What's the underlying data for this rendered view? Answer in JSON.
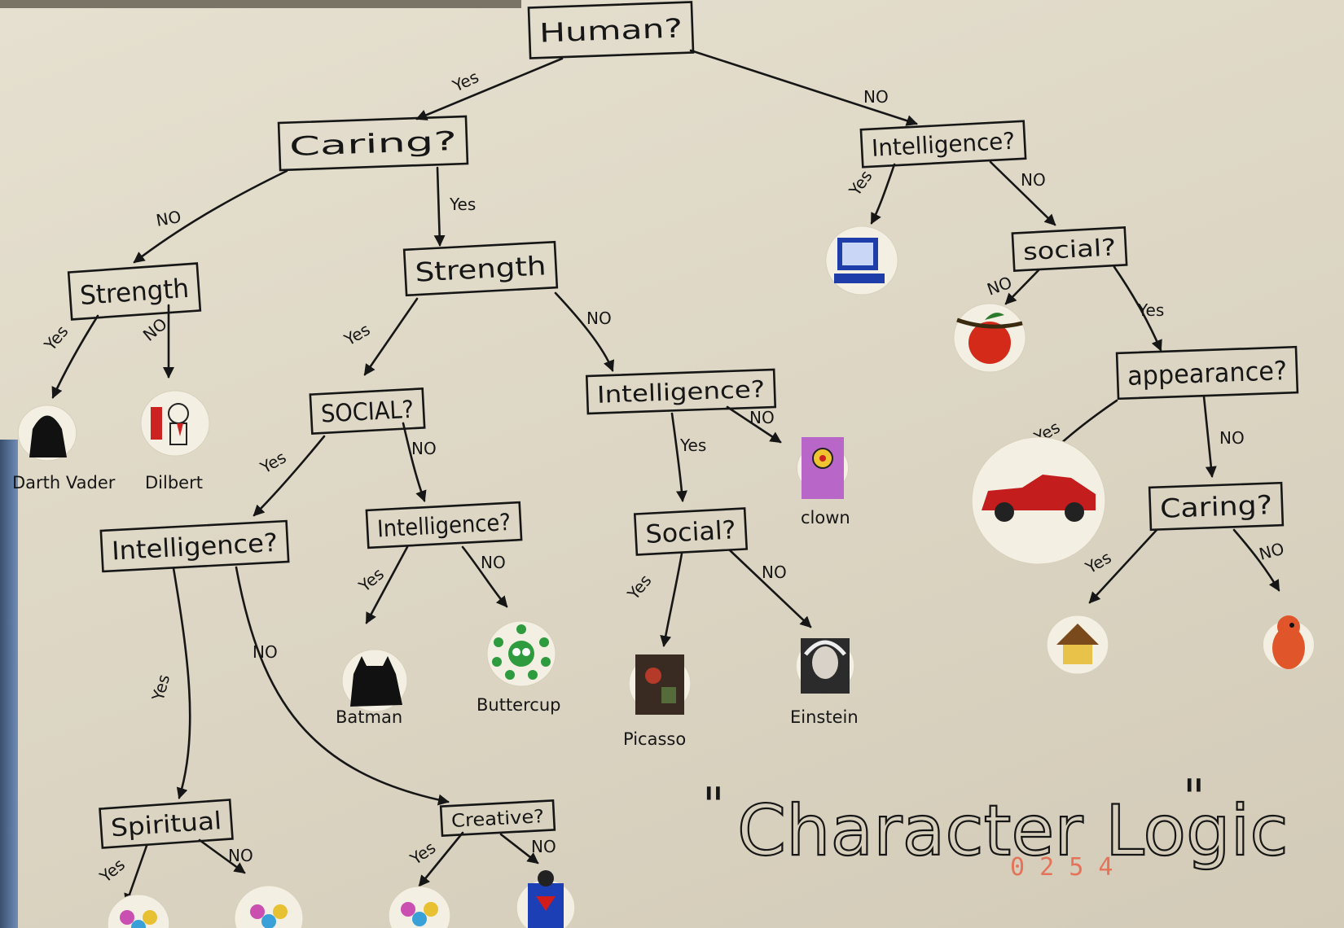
{
  "diagram": {
    "title": "Character Logic",
    "nodes": [
      {
        "id": "human",
        "label": "Human?"
      },
      {
        "id": "caring1",
        "label": "Caring?"
      },
      {
        "id": "intel_top",
        "label": "Intelligence?"
      },
      {
        "id": "strength_l",
        "label": "Strength"
      },
      {
        "id": "strength_r",
        "label": "Strength"
      },
      {
        "id": "social_top",
        "label": "social?"
      },
      {
        "id": "social_l",
        "label": "SOCIAL?"
      },
      {
        "id": "intel_mid",
        "label": "Intelligence?"
      },
      {
        "id": "appearance",
        "label": "appearance?"
      },
      {
        "id": "intel_ll",
        "label": "Intelligence?"
      },
      {
        "id": "intel_lm",
        "label": "Intelligence?"
      },
      {
        "id": "social_m",
        "label": "Social?"
      },
      {
        "id": "caring2",
        "label": "Caring?"
      },
      {
        "id": "spiritual",
        "label": "Spiritual"
      },
      {
        "id": "creative",
        "label": "Creative?"
      }
    ],
    "edges": [
      {
        "from": "human",
        "to": "caring1",
        "label": "Yes"
      },
      {
        "from": "human",
        "to": "intel_top",
        "label": "NO"
      },
      {
        "from": "caring1",
        "to": "strength_l",
        "label": "NO"
      },
      {
        "from": "caring1",
        "to": "strength_r",
        "label": "Yes"
      },
      {
        "from": "intel_top",
        "to": "computer",
        "label": "Yes"
      },
      {
        "from": "intel_top",
        "to": "social_top",
        "label": "NO"
      },
      {
        "from": "strength_l",
        "to": "darth",
        "label": "Yes"
      },
      {
        "from": "strength_l",
        "to": "dilbert",
        "label": "NO"
      },
      {
        "from": "strength_r",
        "to": "social_l",
        "label": "Yes"
      },
      {
        "from": "strength_r",
        "to": "intel_mid",
        "label": "NO"
      },
      {
        "from": "social_top",
        "to": "apple",
        "label": "NO"
      },
      {
        "from": "social_top",
        "to": "appearance",
        "label": "Yes"
      },
      {
        "from": "social_l",
        "to": "intel_ll",
        "label": "Yes"
      },
      {
        "from": "social_l",
        "to": "intel_lm",
        "label": "NO"
      },
      {
        "from": "intel_mid",
        "to": "social_m",
        "label": "Yes"
      },
      {
        "from": "intel_mid",
        "to": "clown",
        "label": "NO"
      },
      {
        "from": "appearance",
        "to": "car",
        "label": "Yes"
      },
      {
        "from": "appearance",
        "to": "caring2",
        "label": "NO"
      },
      {
        "from": "intel_ll",
        "to": "spiritual",
        "label": "Yes"
      },
      {
        "from": "intel_ll",
        "to": "creative",
        "label": "NO"
      },
      {
        "from": "intel_lm",
        "to": "batman",
        "label": "Yes"
      },
      {
        "from": "intel_lm",
        "to": "buttercup",
        "label": "NO"
      },
      {
        "from": "social_m",
        "to": "picasso",
        "label": "Yes"
      },
      {
        "from": "social_m",
        "to": "einstein",
        "label": "NO"
      },
      {
        "from": "caring2",
        "to": "house",
        "label": "Yes"
      },
      {
        "from": "caring2",
        "to": "dog",
        "label": "NO"
      },
      {
        "from": "spiritual",
        "to": "sticker_s_yes",
        "label": "Yes"
      },
      {
        "from": "spiritual",
        "to": "sticker_s_no",
        "label": "NO"
      },
      {
        "from": "creative",
        "to": "sticker_c_yes",
        "label": "Yes"
      },
      {
        "from": "creative",
        "to": "superman",
        "label": "NO"
      }
    ],
    "leaves": [
      {
        "id": "darth",
        "label": "Darth Vader",
        "icon": "darth-vader-icon"
      },
      {
        "id": "dilbert",
        "label": "Dilbert",
        "icon": "dilbert-icon"
      },
      {
        "id": "computer",
        "label": "",
        "icon": "computer-icon"
      },
      {
        "id": "apple",
        "label": "",
        "icon": "apple-icon"
      },
      {
        "id": "clown",
        "label": "clown",
        "icon": "clown-icon"
      },
      {
        "id": "car",
        "label": "",
        "icon": "car-icon"
      },
      {
        "id": "batman",
        "label": "Batman",
        "icon": "batman-icon"
      },
      {
        "id": "buttercup",
        "label": "Buttercup",
        "icon": "buttercup-icon"
      },
      {
        "id": "picasso",
        "label": "Picasso",
        "icon": "picasso-icon"
      },
      {
        "id": "einstein",
        "label": "Einstein",
        "icon": "einstein-icon"
      },
      {
        "id": "house",
        "label": "",
        "icon": "house-icon"
      },
      {
        "id": "dog",
        "label": "",
        "icon": "dog-icon"
      },
      {
        "id": "sticker_s_yes",
        "label": "",
        "icon": "sticker-icon"
      },
      {
        "id": "sticker_s_no",
        "label": "",
        "icon": "sticker-icon"
      },
      {
        "id": "sticker_c_yes",
        "label": "",
        "icon": "sticker-icon"
      },
      {
        "id": "superman",
        "label": "",
        "icon": "superman-icon"
      }
    ],
    "date_stamp": "0 2 5 4"
  }
}
